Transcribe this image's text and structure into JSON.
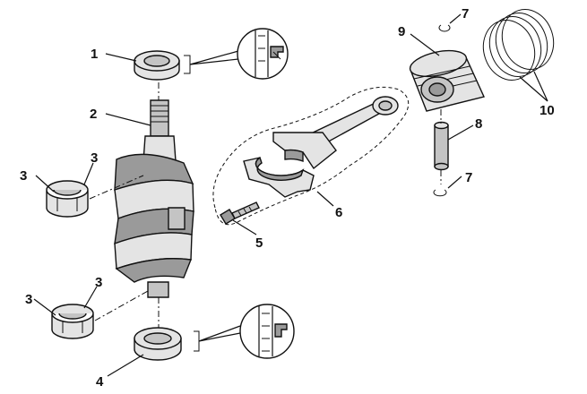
{
  "labels": {
    "seal_top": "1",
    "crankshaft": "2",
    "bearing_upper_left": "3",
    "bearing_upper_right": "3",
    "bearing_lower_left": "3",
    "bearing_lower_right": "3",
    "seal_bottom": "4",
    "rod_bolt": "5",
    "connecting_rod": "6",
    "clip_top": "7",
    "clip_bottom": "7",
    "piston_pin": "8",
    "piston": "9",
    "piston_rings": "10"
  }
}
